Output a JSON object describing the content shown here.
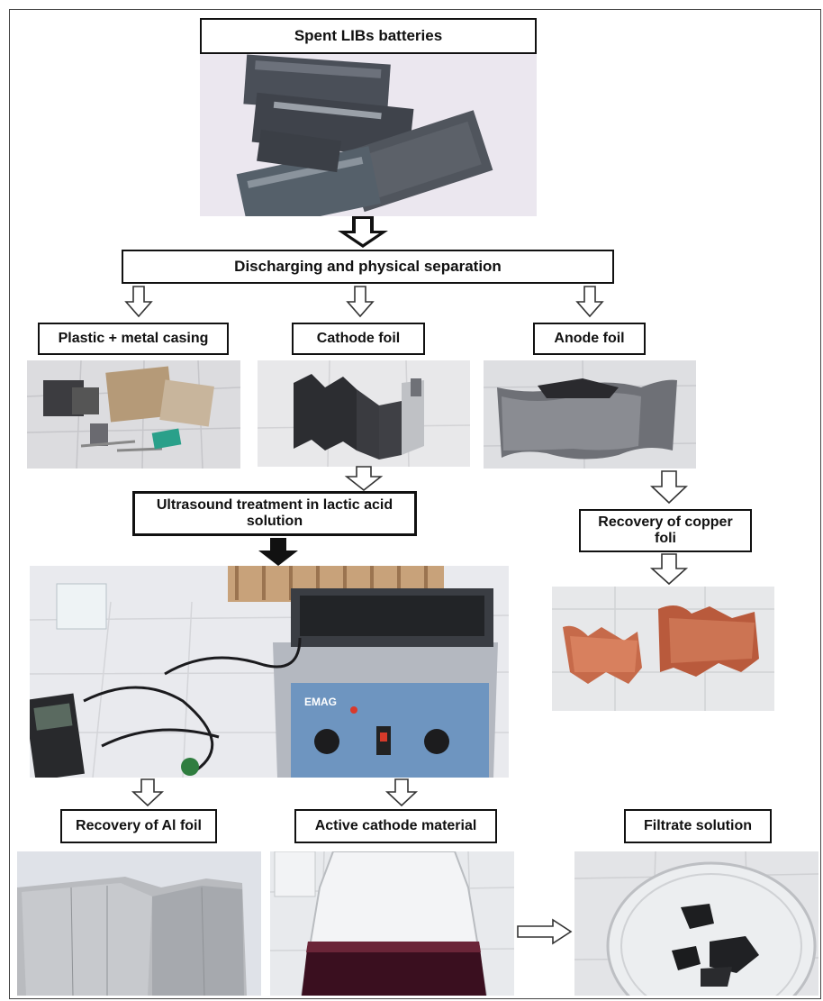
{
  "labels": {
    "spent": "Spent LIBs batteries",
    "discharging": "Discharging and physical separation",
    "plastic": "Plastic + metal casing",
    "cathode": "Cathode foil",
    "anode": "Anode foil",
    "ultrasound": "Ultrasound treatment in lactic acid solution",
    "copper": "Recovery of copper foli",
    "al": "Recovery of Al foil",
    "active": "Active cathode material",
    "filtrate": "Filtrate solution"
  },
  "photos": {
    "batteries": "spent-batteries-photo",
    "plastic": "plastic-metal-casing-photo",
    "cathode": "cathode-foil-photo",
    "anode": "anode-foil-photo",
    "ultrasound": "ultrasonic-bath-photo",
    "copper": "copper-foil-photo",
    "al": "aluminium-foil-photo",
    "active": "flask-photo",
    "filtrate": "petri-dish-photo"
  }
}
